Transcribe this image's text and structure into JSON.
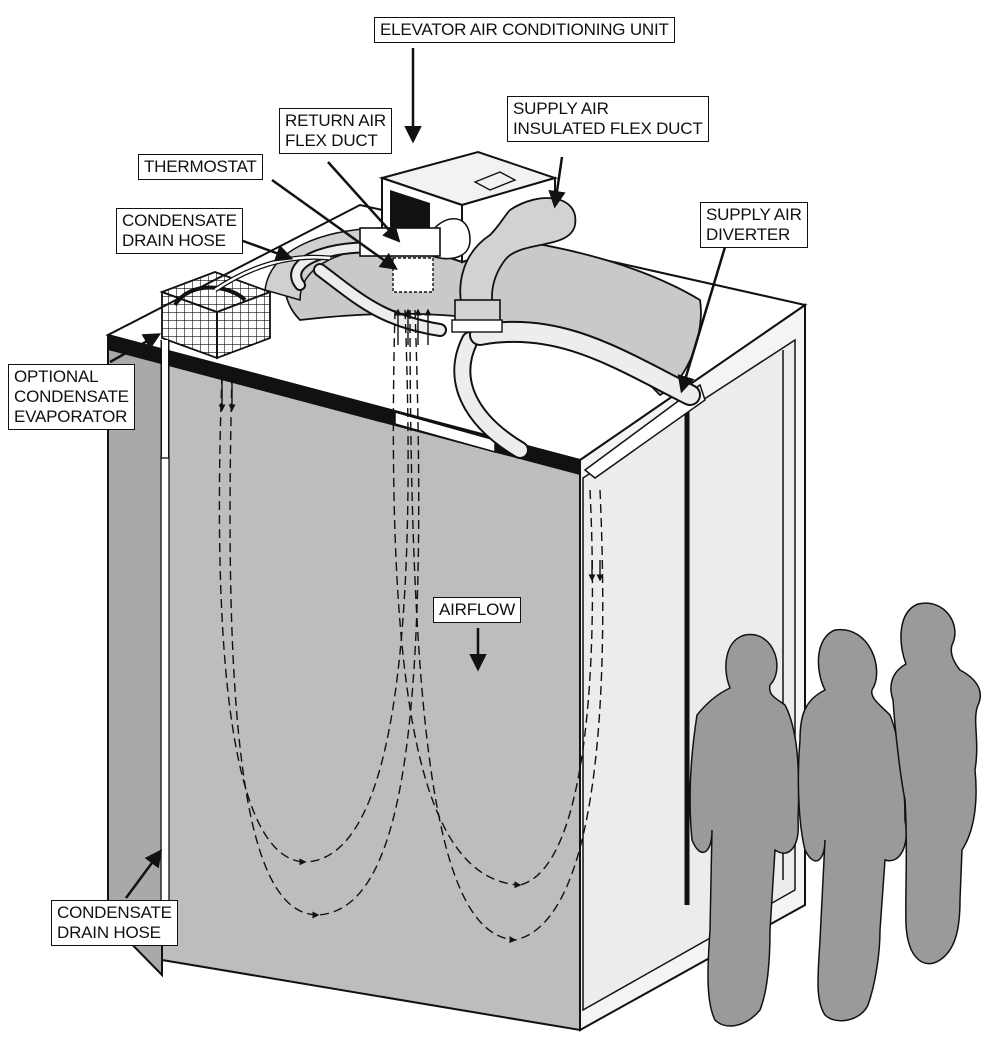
{
  "colors": {
    "ink": "#111111",
    "wall_gray": "#bdbdbd",
    "wall_dark": "#a9a9a9",
    "panel_light": "#ececec",
    "silhouette": "#9a9a9a",
    "duct_gray": "#d2d2d2",
    "background": "#ffffff"
  },
  "labels": {
    "elevator_ac_unit": "ELEVATOR AIR CONDITIONING UNIT",
    "return_air_flex_duct": "RETURN AIR\nFLEX DUCT",
    "supply_air_insulated_flex_duct": "SUPPLY AIR\nINSULATED FLEX DUCT",
    "thermostat": "THERMOSTAT",
    "condensate_drain_hose_top": "CONDENSATE\nDRAIN HOSE",
    "supply_air_diverter": "SUPPLY AIR\nDIVERTER",
    "optional_condensate_evaporator": "OPTIONAL\nCONDENSATE\nEVAPORATOR",
    "airflow": "AIRFLOW",
    "condensate_drain_hose_bottom": "CONDENSATE\nDRAIN HOSE"
  }
}
